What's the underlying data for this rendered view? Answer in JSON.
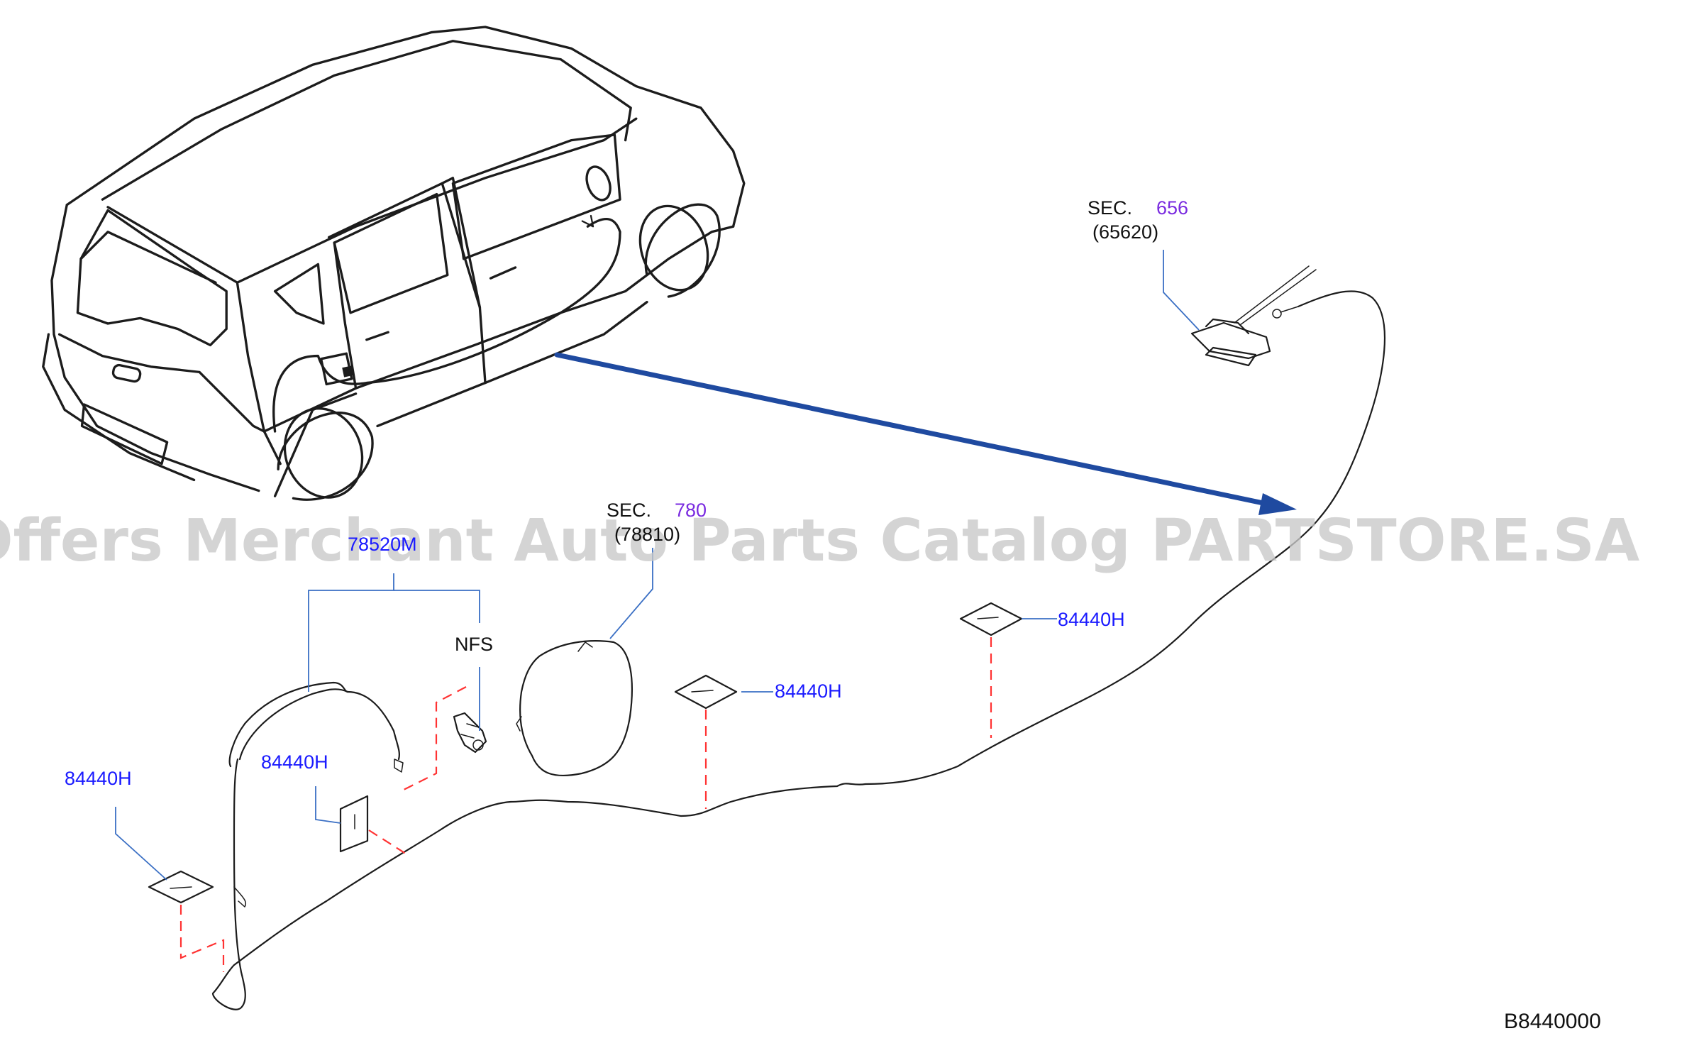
{
  "diagram": {
    "labels": {
      "sec_656_prefix": "SEC.",
      "sec_656_number": "656",
      "sec_656_part": "(65620)",
      "sec_780_prefix": "SEC.",
      "sec_780_number": "780",
      "sec_780_part": "(78810)",
      "cable_part": "78520M",
      "nfs": "NFS",
      "clip_a": "84440H",
      "clip_b": "84440H",
      "clip_c": "84440H",
      "clip_d": "84440H",
      "diagram_code": "B8440000"
    },
    "watermark": "Offers Merchant Auto Parts Catalog PARTSTORE.SA",
    "colors": {
      "part_number": "#1a1aff",
      "section_number": "#7a2be0",
      "leader_line": "#3a6fc4",
      "dashed_guide": "#ff3333",
      "arrow": "#1f4aa0",
      "watermark": "#c8c8c8"
    }
  }
}
